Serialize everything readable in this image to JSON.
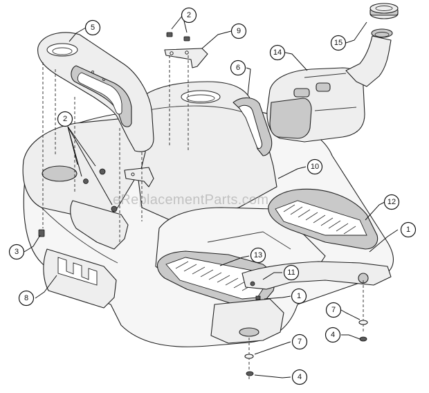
{
  "watermark": "eReplacementParts.com",
  "callouts": [
    {
      "id": "c1a",
      "label": "1"
    },
    {
      "id": "c1b",
      "label": "1"
    },
    {
      "id": "c2a",
      "label": "2"
    },
    {
      "id": "c2b",
      "label": "2"
    },
    {
      "id": "c3",
      "label": "3"
    },
    {
      "id": "c4a",
      "label": "4"
    },
    {
      "id": "c4b",
      "label": "4"
    },
    {
      "id": "c5",
      "label": "5"
    },
    {
      "id": "c6",
      "label": "6"
    },
    {
      "id": "c7a",
      "label": "7"
    },
    {
      "id": "c7b",
      "label": "7"
    },
    {
      "id": "c8",
      "label": "8"
    },
    {
      "id": "c9",
      "label": "9"
    },
    {
      "id": "c10",
      "label": "10"
    },
    {
      "id": "c11",
      "label": "11"
    },
    {
      "id": "c12",
      "label": "12"
    },
    {
      "id": "c13",
      "label": "13"
    },
    {
      "id": "c14",
      "label": "14"
    },
    {
      "id": "c15",
      "label": "15"
    }
  ]
}
